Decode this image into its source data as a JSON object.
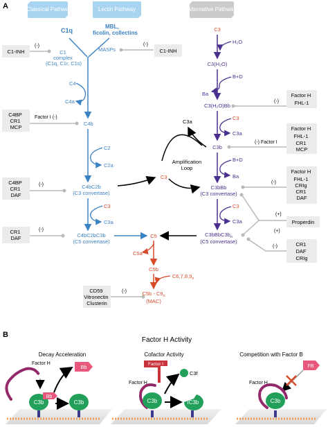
{
  "panel_a": {
    "label": "A",
    "headers": {
      "classical": "Classical Pathway",
      "lectin": "Lectin Pathway",
      "alternative": "Alternative Pathway"
    },
    "classical": {
      "c1q": "C1q",
      "c1_complex": [
        "C1",
        "complex",
        "(C1q, C1r, C1s)"
      ],
      "c4": "C4",
      "c4a": "C4a",
      "c4b": "C4b",
      "c2": "C2",
      "c2a": "C2a",
      "c4bc2b": "C4bC2b",
      "c3_convertase": "(C3 convertase)",
      "c3": "C3",
      "c3a": "C3a",
      "c4bc2bc3b": "C4bC2bC3b",
      "c5_convertase": "(C5 convertase)"
    },
    "lectin": {
      "mbl": "MBL,",
      "ficolin": "ficolin, collectins",
      "masps": "MASPs"
    },
    "alternative": {
      "c3": "C3",
      "h2o": "H₂O",
      "c3h2o": "C3(H₂O)",
      "bd1": "B+D",
      "ba1": "Ba",
      "c3h2obb": "C3(H₂O)Bb",
      "c3_2": "C3",
      "c3a_2": "C3a",
      "c3b": "C3b",
      "bd2": "B+D",
      "ba2": "Ba",
      "c3bbb": "C3bBb",
      "c3_convertase": "(C3 convertase)",
      "c3_3": "C3",
      "c3a_3": "C3a",
      "c3bbbc3b": "C3bBbC3b",
      "c3bbbc3b_sub": "n",
      "c5_convertase": "(C5 convertase)"
    },
    "amplification": {
      "label1": "Amplification",
      "label2": "Loop",
      "c3a": "C3a",
      "c3": "C3"
    },
    "terminal": {
      "c5": "C5",
      "c5a": "C5a",
      "c5b": "C5b",
      "c6789": "C6,7,8,9",
      "c6789_sub": "n",
      "c5bc9": "C5b - C9",
      "c5bc9_sub": "n",
      "mac": "(MAC)"
    },
    "regulators": {
      "c1inh_left": "C1-INH",
      "c1inh_right": "C1-INH",
      "c4bp_1": [
        "C4BP",
        "CR1",
        "MCP"
      ],
      "factor_i_left": "Factor I",
      "c4bp_2": [
        "C4BP",
        "CR1",
        "DAF"
      ],
      "cr1_daf": [
        "CR1",
        "DAF"
      ],
      "cd59": [
        "CD59",
        "Vitronectin",
        "Clusterin"
      ],
      "fh_fhl1": [
        "Factor H",
        "FHL-1"
      ],
      "fh_3": [
        "Factor H",
        "FHL-1",
        "CR1",
        "MCP"
      ],
      "factor_i_right": "Factor I",
      "fh_5": [
        "Factor H",
        "FHL-1",
        "CRIg",
        "CR1",
        "DAF"
      ],
      "properdin": "Properdin",
      "cr1_daf_crig": [
        "CR1",
        "DAF",
        "CRIg"
      ],
      "minus": "(-)",
      "plus": "(+)"
    }
  },
  "panel_b": {
    "label": "B",
    "title": "Factor H Activity",
    "sections": {
      "decay": "Decay Acceleration",
      "cofactor": "Cofactor Activity",
      "competition": "Competition with Factor B"
    },
    "molecules": {
      "factor_h": "Factor H",
      "bb": "Bb",
      "c3b": "C3b",
      "factor_i": "Factor I",
      "c3f": "C3f",
      "ic3b": "iC3b",
      "fb": "FB"
    }
  },
  "colors": {
    "classical": "#3b82c4",
    "alternative": "#4b2f8f",
    "c3_red": "#d94a2b",
    "gray_line": "#b9b9b9",
    "reg_box": "#eaebec",
    "header_blue": "#a9d4ef",
    "header_gray": "#c9cbcd",
    "c3b_green": "#22a05a",
    "pink": "#e8577c",
    "factor_h_purple": "#93296b"
  }
}
